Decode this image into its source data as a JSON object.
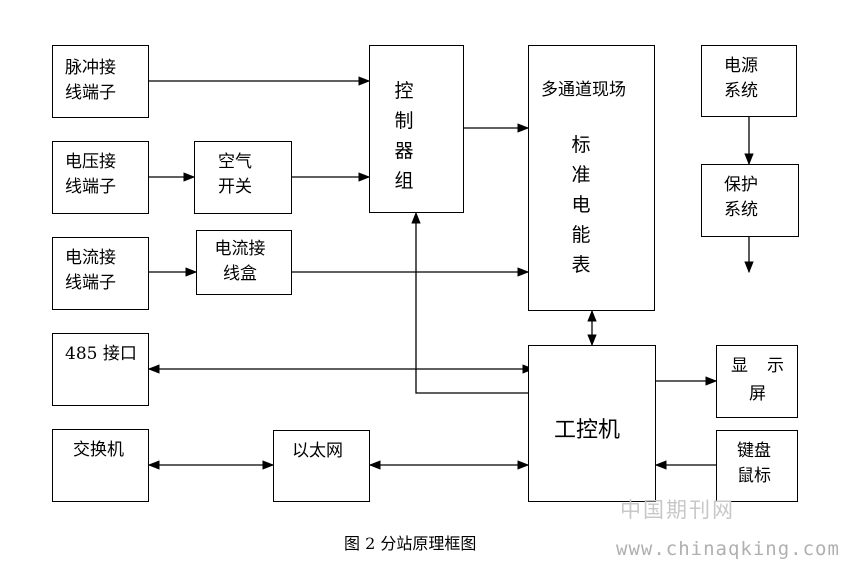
{
  "nodes": {
    "pulse": "脉冲接线端子",
    "voltage": "电压接线端子",
    "current": "电流接线端子",
    "air_switch": "空气开关",
    "current_box": "电流接线盒",
    "controller": "控制器组",
    "meter_title": "多通道现场",
    "meter_body": "标准电能表",
    "power": "电源系统",
    "protect": "保护系统",
    "rs485": "485 接口",
    "switch": "交换机",
    "ethernet": "以太网",
    "ipc": "工控机",
    "display_1": "显",
    "display_2": "示",
    "display_3": "屏",
    "keyboard": "键盘鼠标"
  },
  "caption": "图 2 分站原理框图",
  "watermark": {
    "cn": "中国期刊网",
    "url": "www.chinaqking.com"
  }
}
